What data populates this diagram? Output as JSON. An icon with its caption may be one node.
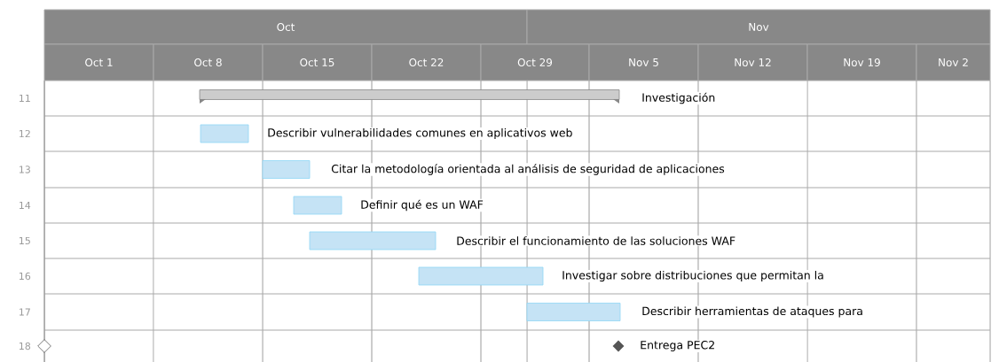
{
  "diagram": {
    "nodes": [
      {
        "text": [],
        "shape": "bar",
        "beside": [
          "Investigación"
        ]
      },
      {
        "text": [],
        "shape": "bar",
        "beside": [
          "Describir vulnerabilidades comunes en aplicativos web"
        ]
      },
      {
        "text": [],
        "shape": "bar",
        "beside": [
          "Citar la metodología orientada al análisis de seguridad de aplicaciones"
        ]
      },
      {
        "text": [],
        "shape": "bar",
        "beside": [
          "Definir qué es un WAF"
        ]
      },
      {
        "text": [],
        "shape": "bar",
        "beside": [
          "Describir el funcionamiento de las soluciones WAF"
        ]
      },
      {
        "text": [],
        "shape": "bar",
        "beside": [
          "Investigar sobre distribuciones que permitan la"
        ]
      },
      {
        "text": [],
        "shape": "bar",
        "beside": [
          "Describir herramientas de ataques para"
        ]
      },
      {
        "text": [],
        "shape": "diamond"
      },
      {
        "text": [],
        "shape": "diamond",
        "beside": [
          "Entrega PEC2"
        ]
      }
    ],
    "labels": [
      "Oct",
      "Nov",
      "Oct 1",
      "Oct 8",
      "Oct 15",
      "Oct 22",
      "Oct 29",
      "Nov 5",
      "Nov 12",
      "Nov 19",
      "Nov 2",
      "11",
      "12",
      "13",
      "14",
      "15",
      "16",
      "17",
      "18"
    ]
  }
}
